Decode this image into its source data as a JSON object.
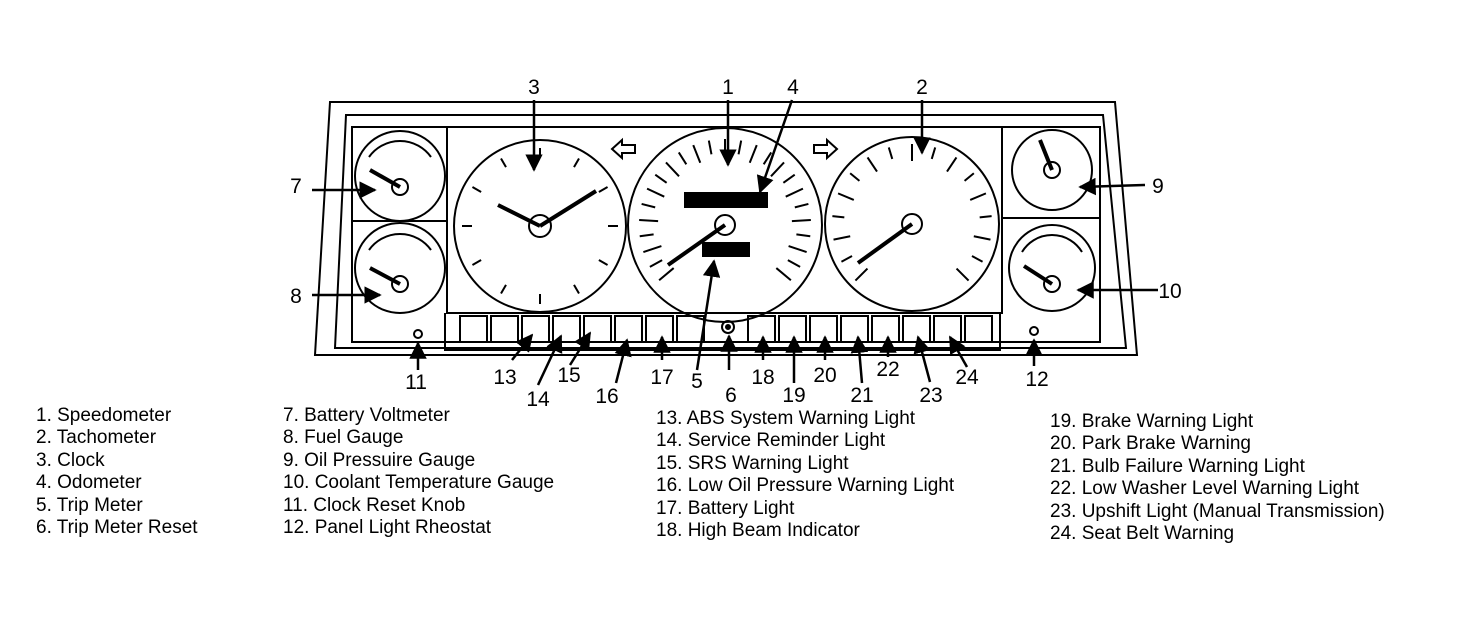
{
  "callouts": {
    "n1": "1",
    "n2": "2",
    "n3": "3",
    "n4": "4",
    "n5": "5",
    "n6": "6",
    "n7": "7",
    "n8": "8",
    "n9": "9",
    "n10": "10",
    "n11": "11",
    "n12": "12",
    "n13": "13",
    "n14": "14",
    "n15": "15",
    "n16": "16",
    "n17": "17",
    "n18": "18",
    "n19": "19",
    "n20": "20",
    "n21": "21",
    "n22": "22",
    "n23": "23",
    "n24": "24"
  },
  "legend": {
    "col1": [
      "1. Speedometer",
      "2. Tachometer",
      "3. Clock",
      "4. Odometer",
      "5. Trip Meter",
      "6. Trip Meter Reset"
    ],
    "col2": [
      "7. Battery Voltmeter",
      "8. Fuel Gauge",
      "9. Oil Pressuire Gauge",
      "10. Coolant Temperature Gauge",
      "11. Clock Reset Knob",
      "12. Panel Light Rheostat"
    ],
    "col3": [
      "13. ABS System Warning Light",
      "14. Service Reminder Light",
      "15. SRS Warning Light",
      "16. Low Oil Pressure Warning Light",
      "17. Battery Light",
      "18. High Beam Indicator"
    ],
    "col4": [
      "19. Brake Warning Light",
      "20. Park Brake Warning",
      "21. Bulb Failure Warning Light",
      "22. Low Washer Level Warning Light",
      "23. Upshift Light (Manual Transmission)",
      "24. Seat Belt Warning"
    ]
  },
  "colors": {
    "ink": "#000000",
    "paper": "#ffffff"
  },
  "icons": [
    "left-turn-arrow-icon",
    "right-turn-arrow-icon",
    "reset-button-icon",
    "knob-icon"
  ]
}
